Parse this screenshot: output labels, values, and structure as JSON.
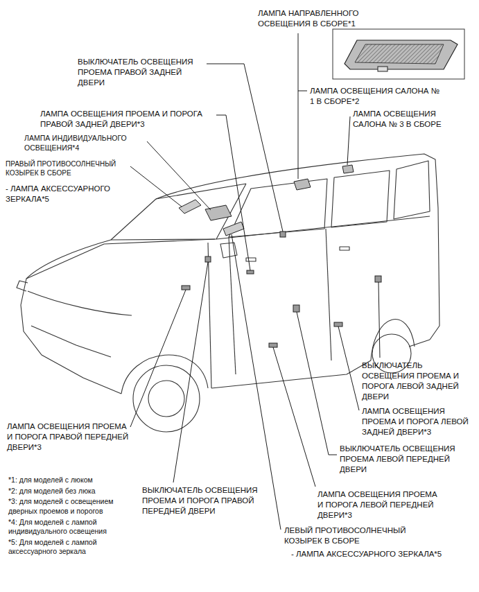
{
  "diagram": {
    "labels": [
      "ЛАМПА НАПРАВЛЕННОГО ОСВЕЩЕНИЯ В СБОРЕ*1",
      "ВЫКЛЮЧАТЕЛЬ ОСВЕЩЕНИЯ ПРОЕМА ПРАВОЙ ЗАДНЕЙ ДВЕРИ",
      "ЛАМПА ОСВЕЩЕНИЯ САЛОНА № 1 В СБОРЕ*2",
      "ЛАМПА ОСВЕЩЕНИЯ ПРОЕМА И ПОРОГА ПРАВОЙ ЗАДНЕЙ ДВЕРИ*3",
      "ЛАМПА ОСВЕЩЕНИЯ САЛОНА № 3 В СБОРЕ",
      "ЛАМПА ИНДИВИДУАЛЬНОГО ОСВЕЩЕНИЯ*4",
      "ПРАВЫЙ ПРОТИВОСОЛНЕЧНЫЙ КОЗЫРЕК В СБОРЕ",
      "- ЛАМПА АКСЕССУАРНОГО ЗЕРКАЛА*5",
      "ВЫКЛЮЧАТЕЛЬ ОСВЕЩЕНИЯ ПРОЕМА И ПОРОГА ЛЕВОЙ ЗАДНЕЙ ДВЕРИ",
      "ЛАМПА ОСВЕЩЕНИЯ ПРОЕМА И ПОРОГА ЛЕВОЙ ЗАДНЕЙ ДВЕРИ*3",
      "ЛАМПА ОСВЕЩЕНИЯ ПРОЕМА И ПОРОГА ПРАВОЙ ПЕРЕДНЕЙ ДВЕРИ*3",
      "ВЫКЛЮЧАТЕЛЬ ОСВЕЩЕНИЯ ПРОЕМА ЛЕВОЙ ПЕРЕДНЕЙ ДВЕРИ",
      "*1: для моделей с люком",
      "*2: для моделей без люка",
      "*3: для моделей с освещением дверных проемов и порогов",
      "*4: Для моделей с лампой индивидуального освещения",
      "*5: Для моделей с лампой аксессуарного зеркала",
      "ВЫКЛЮЧАТЕЛЬ ОСВЕЩЕНИЯ ПРОЕМА И ПОРОГА ПРАВОЙ ПЕРЕДНЕЙ ДВЕРИ",
      "ЛАМПА ОСВЕЩЕНИЯ ПРОЕМА И ПОРОГА ЛЕВОЙ ПЕРЕДНЕЙ ДВЕРИ*3",
      "ЛЕВЫЙ ПРОТИВОСОЛНЕЧНЫЙ КОЗЫРЕК В СБОРЕ",
      "- ЛАМПА АКСЕССУАРНОГО ЗЕРКАЛА*5"
    ]
  }
}
